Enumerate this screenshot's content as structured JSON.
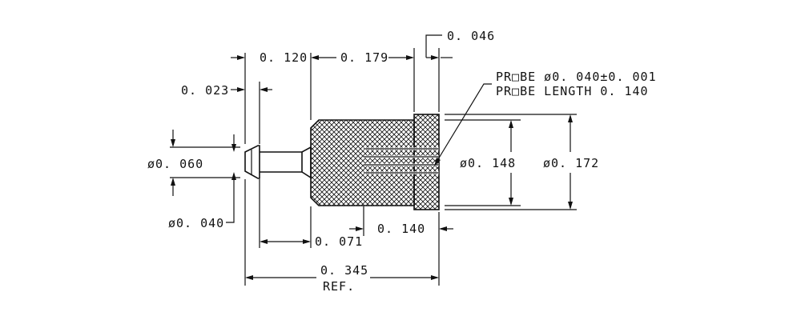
{
  "drawing": {
    "dims": {
      "d_0_046": "0. 046",
      "d_0_120": "0. 120",
      "d_0_179": "0. 179",
      "d_0_023": "0. 023",
      "dia_0_060": "ø0. 060",
      "dia_0_040": "ø0. 040",
      "d_0_071": "0. 071",
      "d_0_140": "0. 140",
      "dia_0_148": "ø0. 148",
      "dia_0_172": "ø0. 172",
      "d_0_345": "0. 345",
      "ref": "REF."
    },
    "notes": {
      "probe_dia": "PR□BE ø0. 040±0. 001",
      "probe_length": "PR□BE LENGTH 0. 140"
    }
  }
}
